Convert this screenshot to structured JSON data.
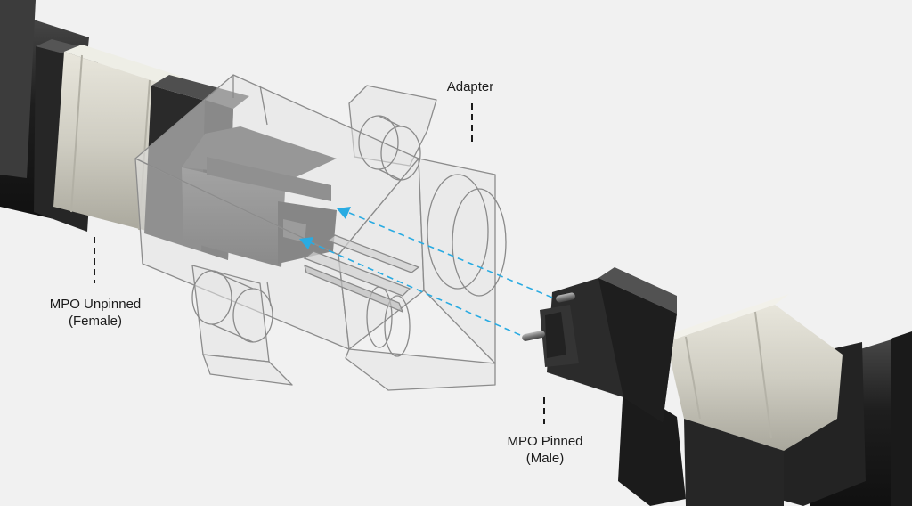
{
  "labels": {
    "adapter": "Adapter",
    "female_line1": "MPO Unpinned",
    "female_line2": "(Female)",
    "male_line1": "MPO Pinned",
    "male_line2": "(Male)"
  },
  "colors": {
    "background": "#f1f1f1",
    "cable": "#2b2b2b",
    "boot_band": "#d9d7cc",
    "ferrule": "#3a3a3a",
    "adapter_outline": "#8a8a8a",
    "adapter_fill": "#e6e6e6",
    "arrow": "#29abe2",
    "leader": "#1c1c1c"
  }
}
